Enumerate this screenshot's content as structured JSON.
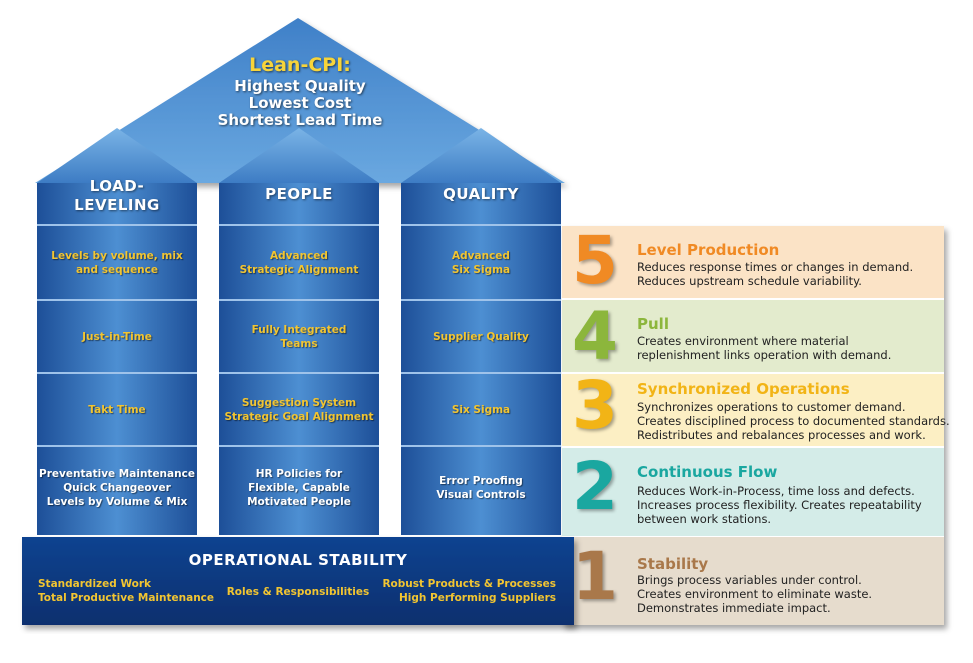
{
  "roof": {
    "title": "Lean-CPI:",
    "lines": [
      "Highest Quality",
      "Lowest Cost",
      "Shortest Lead Time"
    ]
  },
  "pillars": [
    {
      "heading": [
        "LOAD-",
        "LEVELING"
      ],
      "cells": [
        {
          "lines": [
            "Levels by volume, mix",
            "and sequence"
          ],
          "color": "yellow"
        },
        {
          "lines": [
            "Just-in-Time"
          ],
          "color": "yellow"
        },
        {
          "lines": [
            "Takt Time"
          ],
          "color": "yellow"
        },
        {
          "lines": [
            "Preventative Maintenance",
            "Quick Changeover",
            "Levels by Volume & Mix"
          ],
          "color": "white"
        }
      ]
    },
    {
      "heading": [
        "PEOPLE"
      ],
      "cells": [
        {
          "lines": [
            "Advanced",
            "Strategic Alignment"
          ],
          "color": "yellow"
        },
        {
          "lines": [
            "Fully Integrated",
            "Teams"
          ],
          "color": "yellow"
        },
        {
          "lines": [
            "Suggestion System",
            "Strategic Goal Alignment"
          ],
          "color": "yellow"
        },
        {
          "lines": [
            "HR Policies for",
            "Flexible, Capable",
            "Motivated People"
          ],
          "color": "white"
        }
      ]
    },
    {
      "heading": [
        "QUALITY"
      ],
      "cells": [
        {
          "lines": [
            "Advanced",
            "Six Sigma"
          ],
          "color": "yellow"
        },
        {
          "lines": [
            "Supplier Quality"
          ],
          "color": "yellow"
        },
        {
          "lines": [
            "Six Sigma"
          ],
          "color": "yellow"
        },
        {
          "lines": [
            "Error Proofing",
            "Visual Controls"
          ],
          "color": "white"
        }
      ]
    }
  ],
  "base": {
    "title": "OPERATIONAL STABILITY",
    "left": [
      "Standardized Work",
      "Total Productive Maintenance"
    ],
    "middle": [
      "Roles & Responsibilities"
    ],
    "right": [
      "Robust Products & Processes",
      "High Performing Suppliers"
    ]
  },
  "levels": [
    {
      "number": "5",
      "title": "Level Production",
      "color": "#f08a24",
      "bg": "#fbe3c6",
      "desc": [
        "Reduces response times or changes in demand.",
        "Reduces upstream schedule variability."
      ]
    },
    {
      "number": "4",
      "title": "Pull",
      "color": "#8cb63c",
      "bg": "#e3ebcd",
      "desc": [
        "Creates environment where material",
        "replenishment links operation with demand."
      ]
    },
    {
      "number": "3",
      "title": "Synchronized Operations",
      "color": "#f2b416",
      "bg": "#fcefc4",
      "desc": [
        "Synchronizes operations to customer demand.",
        "Creates disciplined process to documented standards.",
        "Redistributes and rebalances processes and work."
      ]
    },
    {
      "number": "2",
      "title": "Continuous Flow",
      "color": "#1aa7a0",
      "bg": "#d4ece8",
      "desc": [
        "Reduces Work-in-Process, time loss and defects.",
        "Increases process flexibility.  Creates repeatability",
        "between work stations."
      ]
    },
    {
      "number": "1",
      "title": "Stability",
      "color": "#a9784a",
      "bg": "#e6dccd",
      "desc": [
        "Brings process variables under control.",
        "Creates environment to eliminate waste.",
        "Demonstrates immediate impact."
      ]
    }
  ],
  "colors": {
    "house_dark": "#123f86",
    "house_light": "#5f9ed9",
    "base_dark": "#0b3a82"
  }
}
